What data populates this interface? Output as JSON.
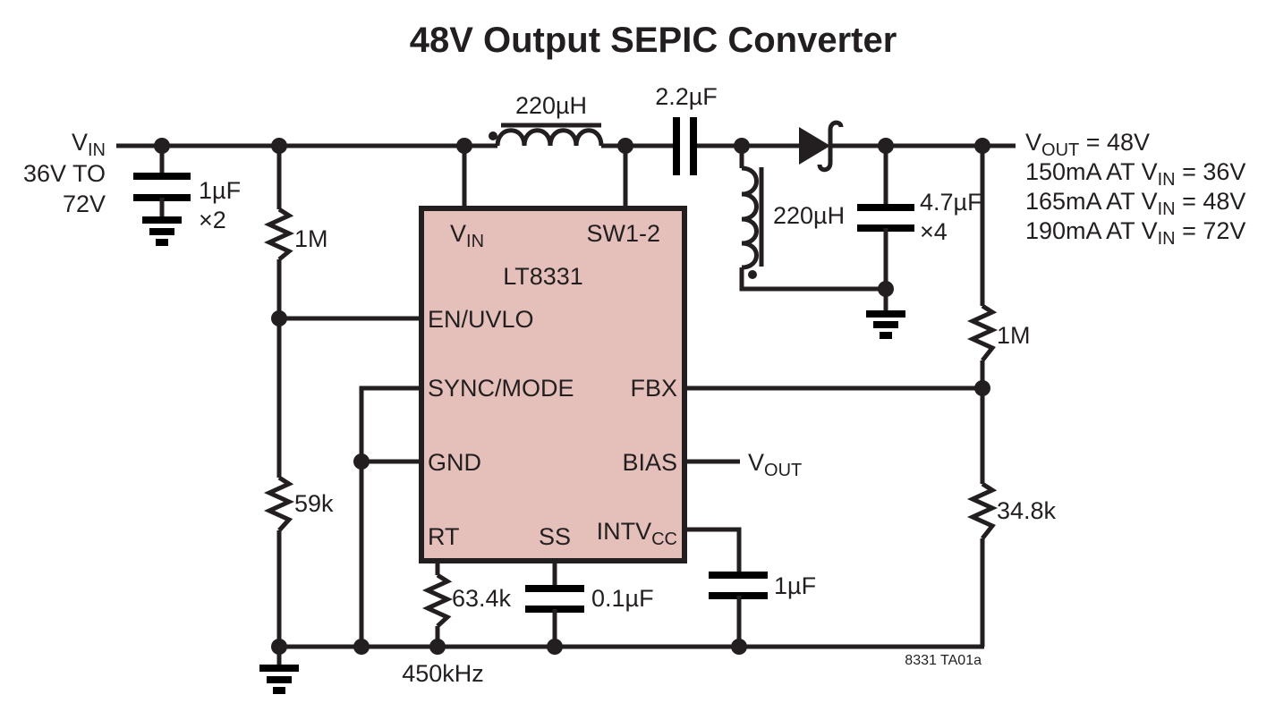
{
  "title": "48V Output SEPIC Converter",
  "colors": {
    "ic_fill": "#e5c0bb",
    "wire": "#231f20",
    "background": "#ffffff"
  },
  "input": {
    "label": "V",
    "label_sub": "IN",
    "range_line1": "36V TO",
    "range_line2": "72V"
  },
  "output": {
    "label": "V",
    "label_sub": "OUT",
    "value": " = 48V",
    "specs": [
      {
        "current": "150mA AT V",
        "sub": "IN",
        "vin": " = 36V"
      },
      {
        "current": "165mA AT V",
        "sub": "IN",
        "vin": " = 48V"
      },
      {
        "current": "190mA AT V",
        "sub": "IN",
        "vin": " = 72V"
      }
    ]
  },
  "ic": {
    "part": "LT8331",
    "pins": {
      "vin": "V",
      "vin_sub": "IN",
      "sw": "SW1-2",
      "en": "EN/UVLO",
      "sync": "SYNC/MODE",
      "gnd": "GND",
      "rt": "RT",
      "ss": "SS",
      "intvcc": "INTV",
      "intvcc_sub": "CC",
      "fbx": "FBX",
      "bias": "BIAS"
    }
  },
  "components": {
    "c_in": {
      "value": "1µF",
      "qty": "×2"
    },
    "r_uvlo_top": "1M",
    "r_uvlo_bot": "59k",
    "l1": "220µH",
    "c_coupling": "2.2µF",
    "l2": "220µH",
    "c_out": {
      "value": "4.7µF",
      "qty": "×4"
    },
    "r_fb_top": "1M",
    "r_fb_bot": "34.8k",
    "r_rt": "63.4k",
    "rt_freq": "450kHz",
    "c_ss": "0.1µF",
    "c_intvcc": "1µF",
    "bias_label": "V",
    "bias_label_sub": "OUT"
  },
  "figure_id": "8331 TA01a"
}
